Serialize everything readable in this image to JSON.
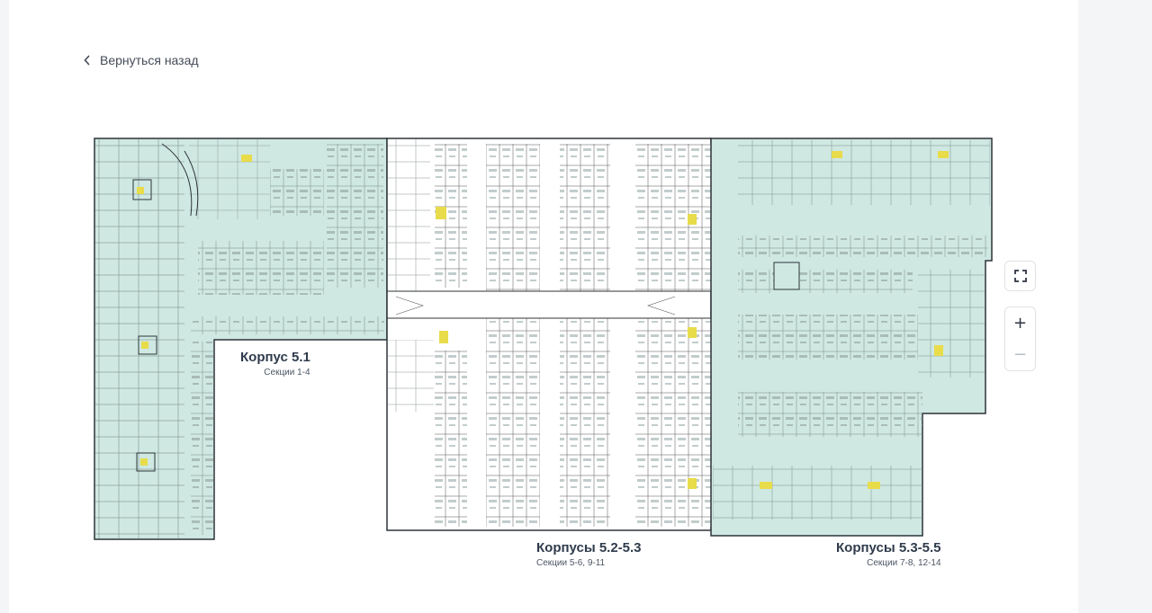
{
  "nav": {
    "back_label": "Вернуться назад"
  },
  "buildings": [
    {
      "title": "Корпус 5.1",
      "sections": "Секции 1-4"
    },
    {
      "title": "Корпусы 5.2-5.3",
      "sections": "Секции 5-6, 9-11"
    },
    {
      "title": "Корпусы 5.3-5.5",
      "sections": "Секции 7-8, 12-14"
    }
  ],
  "controls": {
    "zoom_in": "+",
    "zoom_out": "−"
  },
  "colors": {
    "zone_fill": "#cfe8e2",
    "wall": "#3a3f45",
    "marker": "#e8dc4a"
  },
  "icons": [
    "chevron-left-icon",
    "fullscreen-icon",
    "stair-icon"
  ]
}
